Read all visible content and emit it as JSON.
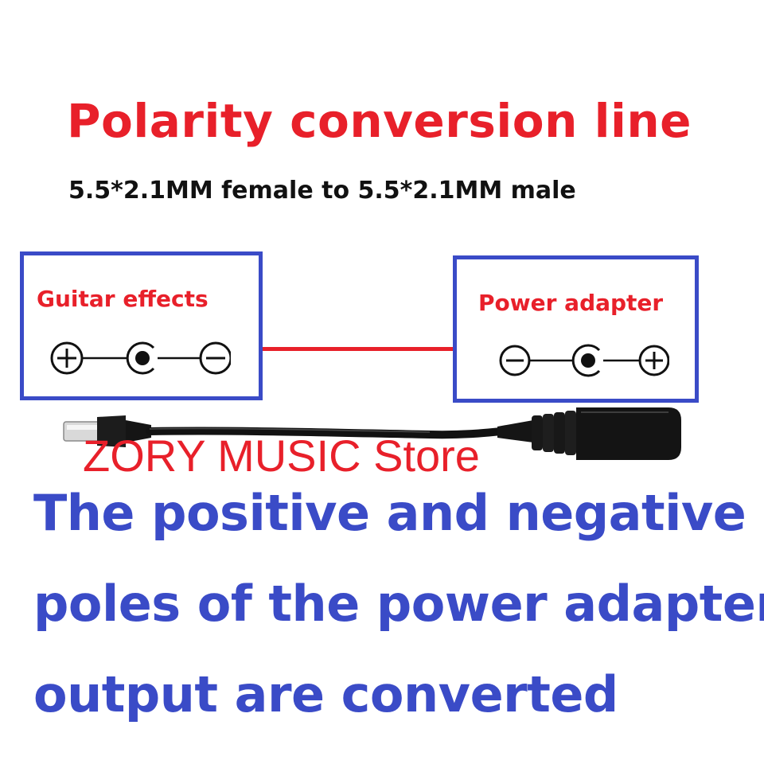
{
  "title": "Polarity conversion line",
  "subtitle": "5.5*2.1MM female to 5.5*2.1MM male",
  "left_box": {
    "label": "Guitar effects",
    "polarity": [
      "plus-icon",
      "barrel-center-icon",
      "minus-icon"
    ]
  },
  "right_box": {
    "label": "Power adapter",
    "polarity": [
      "minus-icon",
      "barrel-center-icon",
      "plus-icon"
    ]
  },
  "watermark": "ZORY MUSIC Store",
  "description": [
    "The positive and negative",
    "poles of the power adapter",
    "output are converted"
  ],
  "colors": {
    "red": "#e8202a",
    "blue": "#3a4bc7",
    "black": "#111111"
  }
}
